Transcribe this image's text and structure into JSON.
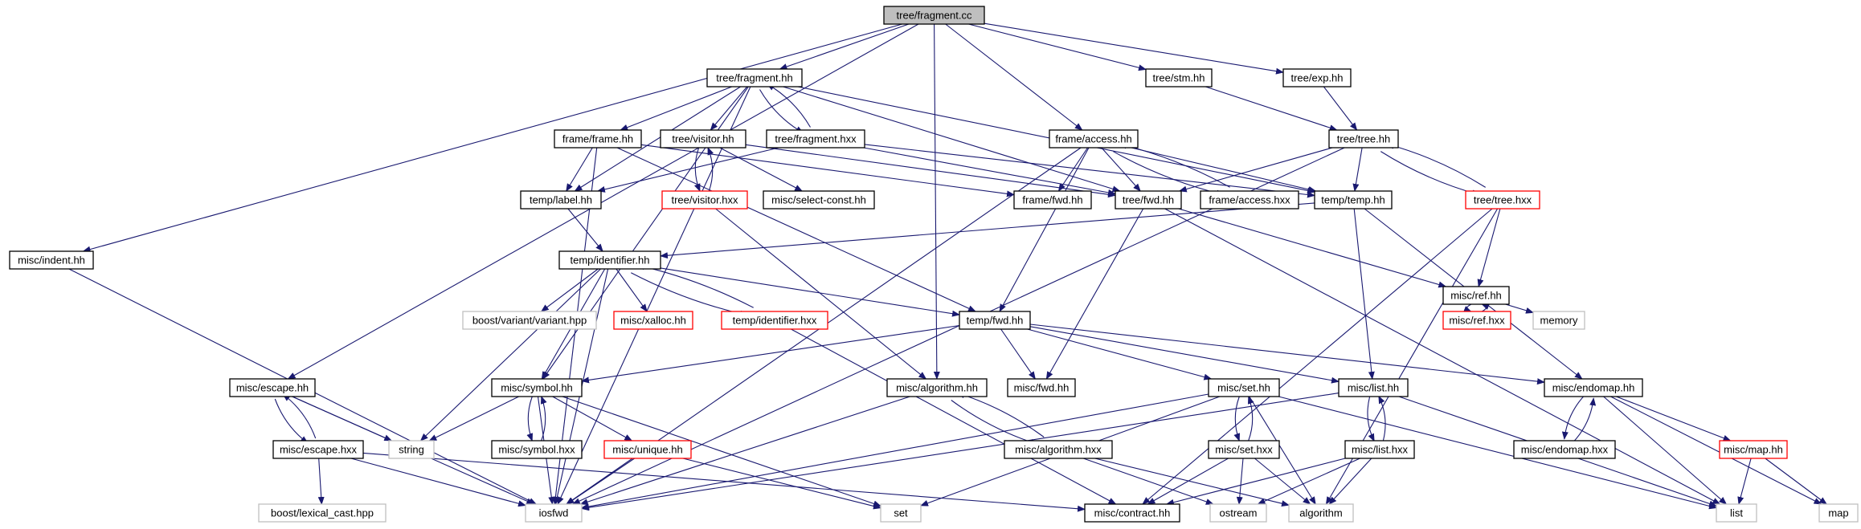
{
  "graph": {
    "kinds": {
      "root": {
        "fill": "#bfbfbf",
        "stroke": "#000000"
      },
      "normal": {
        "fill": "#ffffff",
        "stroke": "#000000"
      },
      "partial": {
        "fill": "#ffffff",
        "stroke": "#ff0000"
      },
      "external": {
        "fill": "#ffffff",
        "stroke": "#bfbfbf"
      }
    },
    "edge_color": "#191970",
    "nodes": [
      {
        "id": "n_root",
        "label": "tree/fragment.cc",
        "kind": "root"
      },
      {
        "id": "n_tree_fragment_hh",
        "label": "tree/fragment.hh",
        "kind": "normal"
      },
      {
        "id": "n_tree_stm_hh",
        "label": "tree/stm.hh",
        "kind": "normal"
      },
      {
        "id": "n_tree_exp_hh",
        "label": "tree/exp.hh",
        "kind": "normal"
      },
      {
        "id": "n_frame_frame_hh",
        "label": "frame/frame.hh",
        "kind": "normal"
      },
      {
        "id": "n_tree_visitor_hh",
        "label": "tree/visitor.hh",
        "kind": "normal"
      },
      {
        "id": "n_tree_fragment_hxx",
        "label": "tree/fragment.hxx",
        "kind": "normal"
      },
      {
        "id": "n_frame_access_hh",
        "label": "frame/access.hh",
        "kind": "normal"
      },
      {
        "id": "n_tree_tree_hh",
        "label": "tree/tree.hh",
        "kind": "normal"
      },
      {
        "id": "n_temp_label_hh",
        "label": "temp/label.hh",
        "kind": "normal"
      },
      {
        "id": "n_tree_visitor_hxx",
        "label": "tree/visitor.hxx",
        "kind": "partial"
      },
      {
        "id": "n_misc_select_const_hh",
        "label": "misc/select-const.hh",
        "kind": "normal"
      },
      {
        "id": "n_frame_fwd_hh",
        "label": "frame/fwd.hh",
        "kind": "normal"
      },
      {
        "id": "n_tree_fwd_hh",
        "label": "tree/fwd.hh",
        "kind": "normal"
      },
      {
        "id": "n_frame_access_hxx",
        "label": "frame/access.hxx",
        "kind": "normal"
      },
      {
        "id": "n_temp_temp_hh",
        "label": "temp/temp.hh",
        "kind": "normal"
      },
      {
        "id": "n_tree_tree_hxx",
        "label": "tree/tree.hxx",
        "kind": "partial"
      },
      {
        "id": "n_misc_indent_hh",
        "label": "misc/indent.hh",
        "kind": "normal"
      },
      {
        "id": "n_temp_identifier_hh",
        "label": "temp/identifier.hh",
        "kind": "normal"
      },
      {
        "id": "n_misc_ref_hh",
        "label": "misc/ref.hh",
        "kind": "normal"
      },
      {
        "id": "n_boost_variant",
        "label": "boost/variant/variant.hpp",
        "kind": "external"
      },
      {
        "id": "n_misc_xalloc_hh",
        "label": "misc/xalloc.hh",
        "kind": "partial"
      },
      {
        "id": "n_temp_identifier_hxx",
        "label": "temp/identifier.hxx",
        "kind": "partial"
      },
      {
        "id": "n_temp_fwd_hh",
        "label": "temp/fwd.hh",
        "kind": "normal"
      },
      {
        "id": "n_misc_ref_hxx",
        "label": "misc/ref.hxx",
        "kind": "partial"
      },
      {
        "id": "n_memory",
        "label": "memory",
        "kind": "external"
      },
      {
        "id": "n_misc_escape_hh",
        "label": "misc/escape.hh",
        "kind": "normal"
      },
      {
        "id": "n_misc_symbol_hh",
        "label": "misc/symbol.hh",
        "kind": "normal"
      },
      {
        "id": "n_misc_algorithm_hh",
        "label": "misc/algorithm.hh",
        "kind": "normal"
      },
      {
        "id": "n_misc_fwd_hh",
        "label": "misc/fwd.hh",
        "kind": "normal"
      },
      {
        "id": "n_misc_set_hh",
        "label": "misc/set.hh",
        "kind": "normal"
      },
      {
        "id": "n_misc_list_hh",
        "label": "misc/list.hh",
        "kind": "normal"
      },
      {
        "id": "n_misc_endomap_hh",
        "label": "misc/endomap.hh",
        "kind": "normal"
      },
      {
        "id": "n_misc_escape_hxx",
        "label": "misc/escape.hxx",
        "kind": "normal"
      },
      {
        "id": "n_string",
        "label": "string",
        "kind": "external"
      },
      {
        "id": "n_misc_symbol_hxx",
        "label": "misc/symbol.hxx",
        "kind": "normal"
      },
      {
        "id": "n_misc_unique_hh",
        "label": "misc/unique.hh",
        "kind": "partial"
      },
      {
        "id": "n_misc_algorithm_hxx",
        "label": "misc/algorithm.hxx",
        "kind": "normal"
      },
      {
        "id": "n_misc_set_hxx",
        "label": "misc/set.hxx",
        "kind": "normal"
      },
      {
        "id": "n_misc_list_hxx",
        "label": "misc/list.hxx",
        "kind": "normal"
      },
      {
        "id": "n_misc_endomap_hxx",
        "label": "misc/endomap.hxx",
        "kind": "normal"
      },
      {
        "id": "n_misc_map_hh",
        "label": "misc/map.hh",
        "kind": "partial"
      },
      {
        "id": "n_boost_lexical_cast",
        "label": "boost/lexical_cast.hpp",
        "kind": "external"
      },
      {
        "id": "n_iosfwd",
        "label": "iosfwd",
        "kind": "external"
      },
      {
        "id": "n_set",
        "label": "set",
        "kind": "external"
      },
      {
        "id": "n_misc_contract_hh",
        "label": "misc/contract.hh",
        "kind": "normal"
      },
      {
        "id": "n_ostream",
        "label": "ostream",
        "kind": "external"
      },
      {
        "id": "n_algorithm",
        "label": "algorithm",
        "kind": "external"
      },
      {
        "id": "n_list",
        "label": "list",
        "kind": "external"
      },
      {
        "id": "n_map",
        "label": "map",
        "kind": "external"
      }
    ],
    "edges": [
      [
        "n_root",
        "n_tree_fragment_hh"
      ],
      [
        "n_root",
        "n_tree_stm_hh"
      ],
      [
        "n_root",
        "n_tree_exp_hh"
      ],
      [
        "n_root",
        "n_frame_access_hh"
      ],
      [
        "n_root",
        "n_misc_algorithm_hh"
      ],
      [
        "n_root",
        "n_misc_indent_hh"
      ],
      [
        "n_root",
        "n_misc_escape_hh"
      ],
      [
        "n_tree_fragment_hh",
        "n_frame_frame_hh"
      ],
      [
        "n_tree_fragment_hh",
        "n_tree_visitor_hh"
      ],
      [
        "n_tree_fragment_hh",
        "n_tree_fragment_hxx"
      ],
      [
        "n_tree_fragment_hh",
        "n_temp_label_hh"
      ],
      [
        "n_tree_fragment_hh",
        "n_tree_fwd_hh"
      ],
      [
        "n_tree_fragment_hh",
        "n_temp_temp_hh"
      ],
      [
        "n_tree_fragment_hh",
        "n_misc_symbol_hh"
      ],
      [
        "n_tree_fragment_hh",
        "n_iosfwd"
      ],
      [
        "n_tree_fragment_hxx",
        "n_tree_fragment_hh"
      ],
      [
        "n_tree_fragment_hxx",
        "n_tree_fwd_hh"
      ],
      [
        "n_tree_fragment_hxx",
        "n_temp_temp_hh"
      ],
      [
        "n_tree_fragment_hxx",
        "n_temp_label_hh"
      ],
      [
        "n_tree_stm_hh",
        "n_tree_tree_hh"
      ],
      [
        "n_tree_exp_hh",
        "n_tree_tree_hh"
      ],
      [
        "n_frame_frame_hh",
        "n_temp_label_hh"
      ],
      [
        "n_frame_frame_hh",
        "n_frame_fwd_hh"
      ],
      [
        "n_frame_frame_hh",
        "n_temp_fwd_hh"
      ],
      [
        "n_frame_frame_hh",
        "n_iosfwd"
      ],
      [
        "n_tree_visitor_hh",
        "n_tree_visitor_hxx"
      ],
      [
        "n_tree_visitor_hh",
        "n_misc_select_const_hh"
      ],
      [
        "n_tree_visitor_hh",
        "n_tree_fwd_hh"
      ],
      [
        "n_tree_visitor_hxx",
        "n_tree_visitor_hh"
      ],
      [
        "n_tree_visitor_hxx",
        "n_misc_algorithm_hh"
      ],
      [
        "n_frame_access_hh",
        "n_frame_fwd_hh"
      ],
      [
        "n_frame_access_hh",
        "n_tree_fwd_hh"
      ],
      [
        "n_frame_access_hh",
        "n_frame_access_hxx"
      ],
      [
        "n_frame_access_hh",
        "n_temp_temp_hh"
      ],
      [
        "n_frame_access_hh",
        "n_temp_fwd_hh"
      ],
      [
        "n_frame_access_hh",
        "n_iosfwd"
      ],
      [
        "n_frame_access_hxx",
        "n_frame_access_hh"
      ],
      [
        "n_tree_tree_hh",
        "n_tree_fwd_hh"
      ],
      [
        "n_tree_tree_hh",
        "n_temp_temp_hh"
      ],
      [
        "n_tree_tree_hh",
        "n_tree_tree_hxx"
      ],
      [
        "n_tree_tree_hh",
        "n_iosfwd"
      ],
      [
        "n_tree_tree_hxx",
        "n_tree_tree_hh"
      ],
      [
        "n_tree_tree_hxx",
        "n_misc_ref_hh"
      ],
      [
        "n_tree_tree_hxx",
        "n_misc_contract_hh"
      ],
      [
        "n_tree_tree_hxx",
        "n_algorithm"
      ],
      [
        "n_tree_fwd_hh",
        "n_misc_ref_hh"
      ],
      [
        "n_tree_fwd_hh",
        "n_misc_fwd_hh"
      ],
      [
        "n_tree_fwd_hh",
        "n_list"
      ],
      [
        "n_temp_temp_hh",
        "n_temp_identifier_hh"
      ],
      [
        "n_temp_temp_hh",
        "n_misc_list_hh"
      ],
      [
        "n_temp_temp_hh",
        "n_misc_endomap_hh"
      ],
      [
        "n_temp_label_hh",
        "n_temp_identifier_hh"
      ],
      [
        "n_misc_ref_hh",
        "n_misc_ref_hxx"
      ],
      [
        "n_misc_ref_hh",
        "n_memory"
      ],
      [
        "n_misc_ref_hxx",
        "n_misc_ref_hh"
      ],
      [
        "n_misc_indent_hh",
        "n_iosfwd"
      ],
      [
        "n_temp_identifier_hh",
        "n_boost_variant"
      ],
      [
        "n_temp_identifier_hh",
        "n_misc_xalloc_hh"
      ],
      [
        "n_temp_identifier_hh",
        "n_temp_identifier_hxx"
      ],
      [
        "n_temp_identifier_hh",
        "n_temp_fwd_hh"
      ],
      [
        "n_temp_identifier_hh",
        "n_misc_symbol_hh"
      ],
      [
        "n_temp_identifier_hh",
        "n_string"
      ],
      [
        "n_temp_identifier_hh",
        "n_iosfwd"
      ],
      [
        "n_temp_identifier_hxx",
        "n_temp_identifier_hh"
      ],
      [
        "n_temp_identifier_hxx",
        "n_misc_contract_hh"
      ],
      [
        "n_temp_fwd_hh",
        "n_misc_symbol_hh"
      ],
      [
        "n_temp_fwd_hh",
        "n_misc_fwd_hh"
      ],
      [
        "n_temp_fwd_hh",
        "n_misc_set_hh"
      ],
      [
        "n_temp_fwd_hh",
        "n_misc_list_hh"
      ],
      [
        "n_temp_fwd_hh",
        "n_misc_endomap_hh"
      ],
      [
        "n_misc_escape_hh",
        "n_misc_escape_hxx"
      ],
      [
        "n_misc_escape_hh",
        "n_string"
      ],
      [
        "n_misc_escape_hh",
        "n_iosfwd"
      ],
      [
        "n_misc_escape_hxx",
        "n_misc_escape_hh"
      ],
      [
        "n_misc_escape_hxx",
        "n_boost_lexical_cast"
      ],
      [
        "n_misc_escape_hxx",
        "n_misc_contract_hh"
      ],
      [
        "n_misc_escape_hxx",
        "n_iosfwd"
      ],
      [
        "n_misc_symbol_hh",
        "n_string"
      ],
      [
        "n_misc_symbol_hh",
        "n_misc_symbol_hxx"
      ],
      [
        "n_misc_symbol_hh",
        "n_misc_unique_hh"
      ],
      [
        "n_misc_symbol_hh",
        "n_set"
      ],
      [
        "n_misc_symbol_hh",
        "n_iosfwd"
      ],
      [
        "n_misc_symbol_hxx",
        "n_misc_symbol_hh"
      ],
      [
        "n_misc_unique_hh",
        "n_set"
      ],
      [
        "n_misc_unique_hh",
        "n_iosfwd"
      ],
      [
        "n_misc_algorithm_hh",
        "n_misc_algorithm_hxx"
      ],
      [
        "n_misc_algorithm_hh",
        "n_iosfwd"
      ],
      [
        "n_misc_algorithm_hxx",
        "n_misc_algorithm_hh"
      ],
      [
        "n_misc_algorithm_hxx",
        "n_ostream"
      ],
      [
        "n_misc_algorithm_hxx",
        "n_algorithm"
      ],
      [
        "n_misc_set_hh",
        "n_misc_set_hxx"
      ],
      [
        "n_misc_set_hh",
        "n_set"
      ],
      [
        "n_misc_set_hh",
        "n_iosfwd"
      ],
      [
        "n_misc_set_hh",
        "n_algorithm"
      ],
      [
        "n_misc_set_hh",
        "n_list"
      ],
      [
        "n_misc_set_hxx",
        "n_misc_set_hh"
      ],
      [
        "n_misc_set_hxx",
        "n_misc_contract_hh"
      ],
      [
        "n_misc_set_hxx",
        "n_ostream"
      ],
      [
        "n_misc_set_hxx",
        "n_algorithm"
      ],
      [
        "n_misc_list_hh",
        "n_misc_list_hxx"
      ],
      [
        "n_misc_list_hh",
        "n_iosfwd"
      ],
      [
        "n_misc_list_hh",
        "n_list"
      ],
      [
        "n_misc_list_hxx",
        "n_misc_list_hh"
      ],
      [
        "n_misc_list_hxx",
        "n_misc_contract_hh"
      ],
      [
        "n_misc_list_hxx",
        "n_ostream"
      ],
      [
        "n_misc_list_hxx",
        "n_algorithm"
      ],
      [
        "n_misc_endomap_hh",
        "n_misc_endomap_hxx"
      ],
      [
        "n_misc_endomap_hh",
        "n_misc_map_hh"
      ],
      [
        "n_misc_endomap_hh",
        "n_list"
      ],
      [
        "n_misc_endomap_hh",
        "n_map"
      ],
      [
        "n_misc_endomap_hxx",
        "n_misc_endomap_hh"
      ],
      [
        "n_misc_map_hh",
        "n_list"
      ],
      [
        "n_misc_map_hh",
        "n_map"
      ]
    ]
  }
}
